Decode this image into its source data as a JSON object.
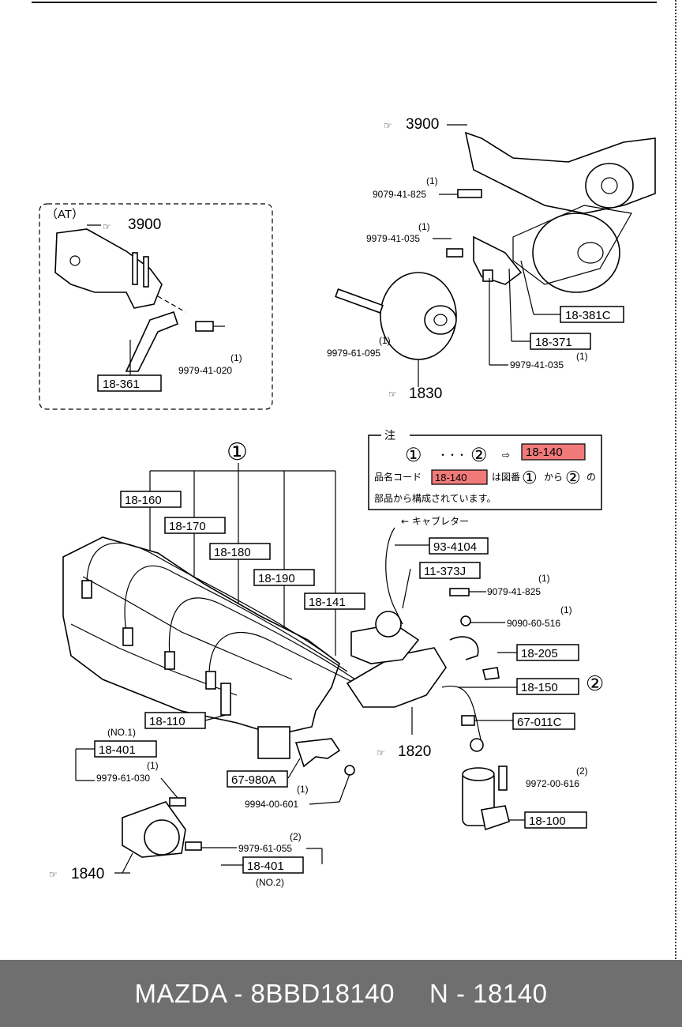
{
  "at_section": {
    "tag": "（AT）",
    "ref_3900": "3900",
    "callouts": [
      {
        "id": "at-18-361",
        "text": "18-361"
      },
      {
        "id": "at-9979-41-020",
        "text": "9979-41-020"
      }
    ],
    "qty": "(1)"
  },
  "top": {
    "ref_3900": "3900",
    "ref_1830": "1830",
    "codes": {
      "c1": "9079-41-825",
      "c1_qty": "(1)",
      "c2": "9979-41-035",
      "c2_qty": "(1)",
      "c3": "9979-61-095",
      "c3_qty": "(1)",
      "c4": "9979-41-035",
      "c4_qty": "(1)"
    },
    "boxes": {
      "b1": "18-381C",
      "b2": "18-371"
    }
  },
  "note": {
    "title": "注",
    "c1": "①",
    "dots": "・・・",
    "c2": "②",
    "arrow": "⇨",
    "hl1": "18-140",
    "line2_prefix": "品名コード",
    "hl2": "18-140",
    "line2_suffix_a": "は図番",
    "line2_c1": "①",
    "line2_kara": "から",
    "line2_c2": "②",
    "line2_no": "の",
    "line3": "部品から構成されています。"
  },
  "bottom": {
    "circle1": "①",
    "circle2": "②",
    "ref_1820": "1820",
    "ref_1840": "1840",
    "carb_label": "キャブレター",
    "boxes": {
      "b18160": "18-160",
      "b18170": "18-170",
      "b18180": "18-180",
      "b18190": "18-190",
      "b18141": "18-141",
      "b934104": "93-4104",
      "b11373j": "11-373J",
      "b18205": "18-205",
      "b18150": "18-150",
      "b67011c": "67-011C",
      "b18110": "18-110",
      "b18401a": "18-401",
      "b67980a": "67-980A",
      "b18100": "18-100",
      "b18401b": "18-401"
    },
    "codes": {
      "c9079": "9079-41-825",
      "c9079_qty": "(1)",
      "c9090": "9090-60-516",
      "c9090_qty": "(1)",
      "c9972": "9972-00-616",
      "c9972_qty": "(2)",
      "c9979030": "9979-61-030",
      "c9979030_qty": "(1)",
      "c9994": "9994-00-601",
      "c9994_qty": "(1)",
      "c9979055": "9979-61-055",
      "c9979055_qty": "(2)"
    },
    "no1": "(NO.1)",
    "no2": "(NO.2)"
  },
  "footer": {
    "brand_part": "MAZDA - 8BBD18140",
    "ref": "N - 18140"
  }
}
